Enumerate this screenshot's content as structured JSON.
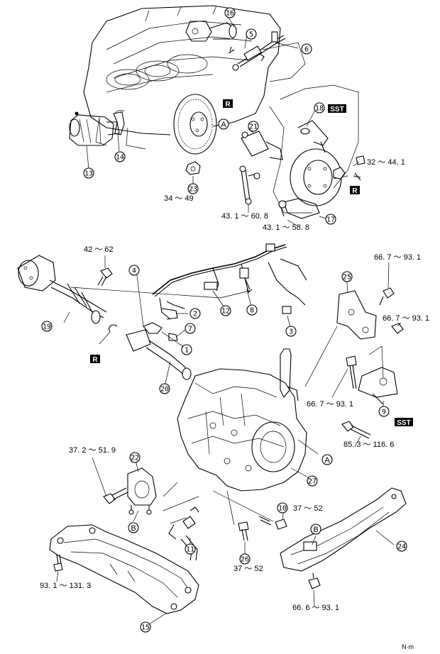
{
  "parts": {
    "p1": "1",
    "p2": "2",
    "p3": "3",
    "p4": "4",
    "p5": "5",
    "p6": "6",
    "p7": "7",
    "p8": "8",
    "p9": "9",
    "p10": "10",
    "p11": "11",
    "p12": "12",
    "p13": "13",
    "p14": "14",
    "p15": "15",
    "p16": "16",
    "p17": "17",
    "p18": "18",
    "p19": "19",
    "p20": "20",
    "p21": "21",
    "p22": "22",
    "p23": "23",
    "p24": "24",
    "p25": "25",
    "p26": "26",
    "p27": "27"
  },
  "torques": {
    "t_32_44": "32 ～ 44. 1",
    "t_34_49": "34 ～ 49",
    "t_43_60": "43. 1 ～ 60. 8",
    "t_43_58": "43. 1 ～ 58. 8",
    "t_42_62": "42 ～ 62",
    "t_66_93_a": "66. 7 ～ 93. 1",
    "t_66_93_b": "66. 7 ～ 93. 1",
    "t_66_93_c": "66. 7 ～ 93. 1",
    "t_85_116": "85. 3 ～ 116. 6",
    "t_37_51": "37. 2 ～ 51. 9",
    "t_37_52_a": "37 ～ 52",
    "t_37_52_b": "37 ～ 52",
    "t_93_131": "93. 1 ～ 131. 3",
    "t_66_6_93": "66. 6 ～ 93. 1"
  },
  "badges": {
    "r": "R",
    "sst": "SST"
  },
  "refs": {
    "a": "A",
    "b": "B"
  },
  "unit": "N·m"
}
